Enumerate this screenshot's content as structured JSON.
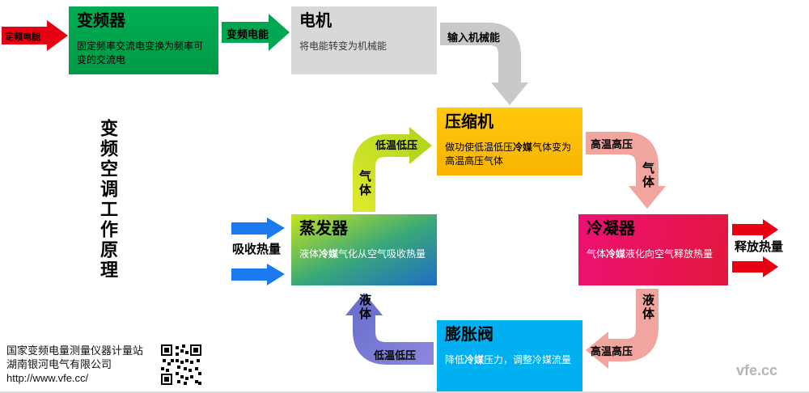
{
  "page": {
    "vertical_title": "变频空调工作原理",
    "watermark": "vfe.cc"
  },
  "boxes": {
    "inverter": {
      "title": "变频器",
      "desc": "固定频率交流电变换为频率可变的交流电"
    },
    "motor": {
      "title": "电机",
      "desc": "将电能转变为机械能"
    },
    "compressor": {
      "title": "压缩机",
      "desc_pre": "做功使低温低压",
      "desc_bold": "冷媒",
      "desc_post": "气体变为高温高压气体"
    },
    "condenser": {
      "title": "冷凝器",
      "desc_pre": "气体",
      "desc_bold": "冷媒",
      "desc_post": "液化向空气释放热量"
    },
    "expansion_valve": {
      "title": "膨胀阀",
      "desc_pre": "降低",
      "desc_bold": "冷媒",
      "desc_post": "压力，调整冷媒流量"
    },
    "evaporator": {
      "title": "蒸发器",
      "desc_pre": "液体",
      "desc_bold": "冷媒",
      "desc_post": "气化从空气吸收热量"
    }
  },
  "arrow_labels": {
    "fixed_power": "定频电能",
    "variable_power": "变频电能",
    "mech_energy": "输入机械能",
    "hot_gas_state": "高温高压",
    "hot_gas_phase": "气体",
    "hot_liquid_phase": "液体",
    "hot_liquid_state": "高温高压",
    "cold_liquid_state": "低温低压",
    "cold_liquid_phase": "液体",
    "cold_gas_phase": "气体",
    "cold_gas_state": "低温低压",
    "absorb_heat": "吸收热量",
    "release_heat": "释放热量"
  },
  "footer": {
    "org": "国家变频电量测量仪器计量站",
    "company": "湖南银河电气有限公司",
    "url": "http://www.vfe.cc/"
  },
  "colors": {
    "inverter_green": "#00a651",
    "motor_gray": "#d8d8d8",
    "compressor_yellow": "#fec00f",
    "condenser_pink": "#ee1075",
    "condenser_red": "#e2173c",
    "expansion_cyan": "#00b0f0",
    "evaporator_yellow_green": "#c7e41f",
    "evaporator_blue": "#1e6ec6",
    "hot_arrow_salmon": "#f2a49e",
    "cold_arrow_purple": "#7d78d5",
    "energy_red": "#e60012",
    "heat_absorb_blue": "#1b7af0",
    "mech_arrow_gray": "#c9c9c9"
  }
}
